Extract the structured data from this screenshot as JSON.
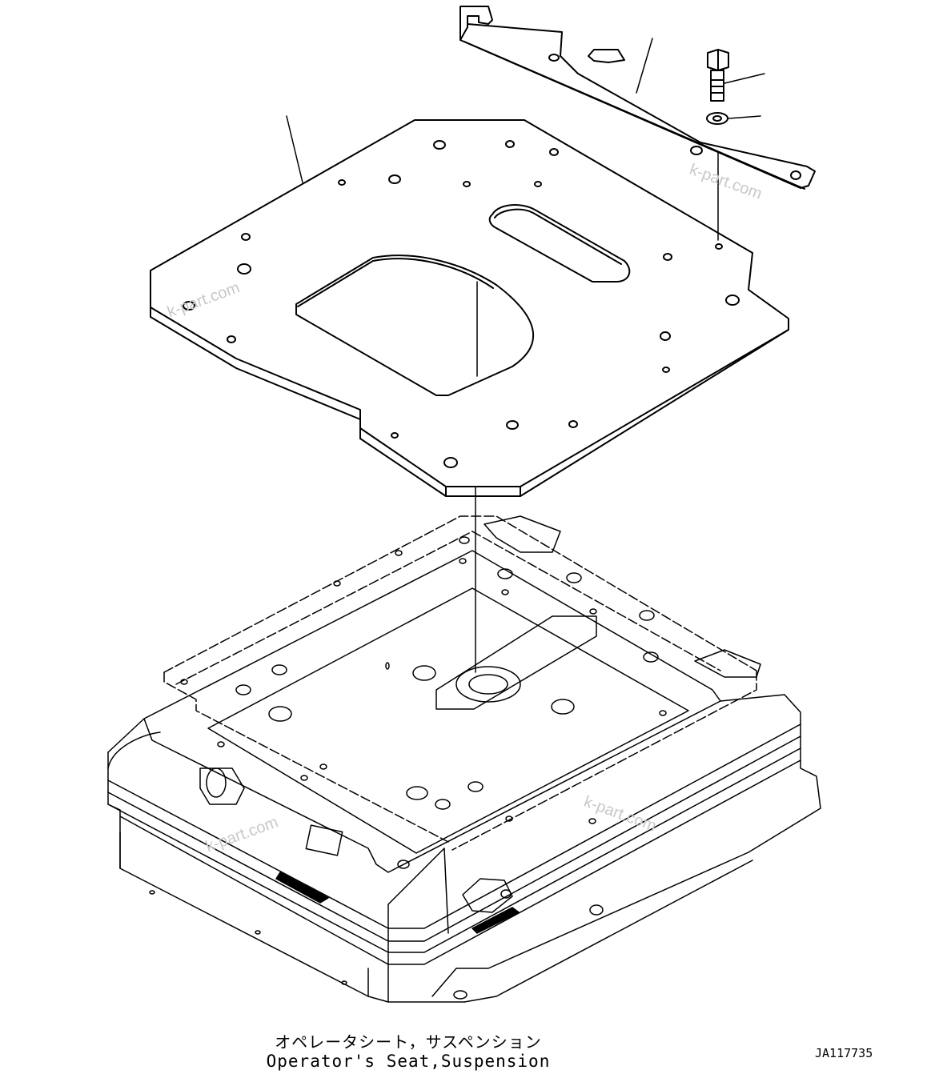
{
  "caption": {
    "japanese": "オペレータシート，サスペンション",
    "english": "Operator's Seat,Suspension"
  },
  "drawing_code": "JA117735",
  "watermarks": [
    "k-part.com",
    "k-part.com",
    "k-part.com",
    "k-part.com"
  ],
  "parts": [
    "mounting-plate",
    "bracket",
    "bolt",
    "washer",
    "seat-suspension"
  ]
}
